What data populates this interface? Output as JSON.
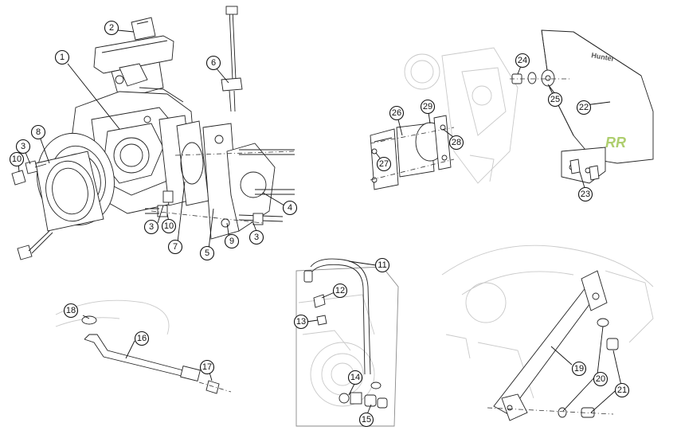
{
  "diagram": {
    "callouts": [
      "1",
      "2",
      "3",
      "3",
      "3",
      "4",
      "5",
      "6",
      "7",
      "8",
      "9",
      "10",
      "10",
      "11",
      "12",
      "13",
      "14",
      "15",
      "16",
      "17",
      "18",
      "19",
      "20",
      "21",
      "22",
      "23",
      "24",
      "25",
      "26",
      "27",
      "28",
      "29"
    ],
    "guard_logo": "RR",
    "guard_brand": "Hunter",
    "colors": {
      "line": "#222222",
      "faint": "#c9c9c9",
      "accent": "#9ac24a"
    }
  }
}
